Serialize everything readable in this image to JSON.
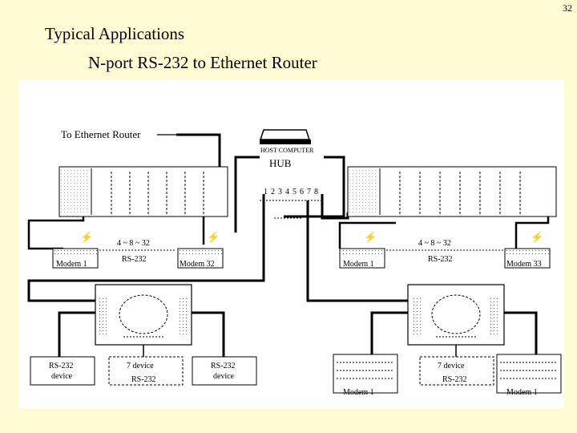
{
  "page_number": "32",
  "title": "Typical Applications",
  "subtitle": "N-port RS-232 to Ethernet Router",
  "diagram": {
    "to_router_label": "To Ethernet Router",
    "host_computer_label": "HOST COMPUTER",
    "hub_label": "HUB",
    "hub_ports": [
      "1",
      "2",
      "3",
      "4",
      "5",
      "6",
      "7",
      "8"
    ],
    "left": {
      "modem_first": "Modem 1",
      "modem_last": "Modem 32",
      "range": "4 ~ 8 ~ 32",
      "bus": "RS-232",
      "device_left": [
        "RS-232",
        "device"
      ],
      "device_right": [
        "RS-232",
        "device"
      ],
      "device_mid": [
        "7 device",
        "RS-232"
      ]
    },
    "right": {
      "modem_first": "Modem 1",
      "modem_last": "Modem 33",
      "range": "4 ~ 8 ~ 32",
      "bus": "RS-232",
      "device_mid": [
        "7 device",
        "RS-232"
      ],
      "modem_bottom_left": "Modem 1",
      "modem_bottom_right": "Modem 1"
    }
  }
}
